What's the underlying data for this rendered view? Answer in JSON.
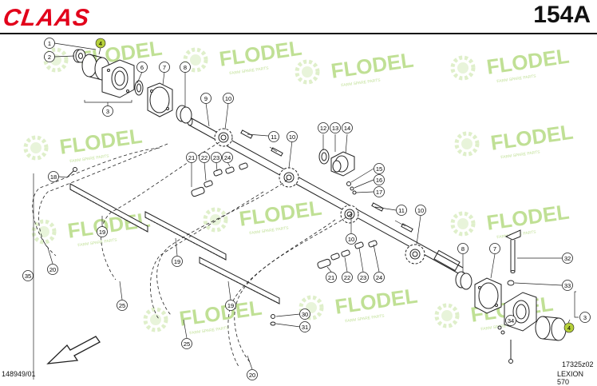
{
  "header": {
    "brand": "CLAAS",
    "page_number": "154A"
  },
  "watermark": {
    "text": "FLODEL",
    "tagline": "FARM SPARE PARTS"
  },
  "footer": {
    "left_code": "148949/01",
    "right_code": "17325z02",
    "model": "LEXION 570"
  },
  "callouts": {
    "c1": "1",
    "c2": "2",
    "c3": "3",
    "c3b": "3",
    "c4a": "4",
    "c4b": "4",
    "c6": "6",
    "c7": "7",
    "c7b": "7",
    "c8": "8",
    "c8b": "8",
    "c9": "9",
    "c10a": "10",
    "c10b": "10",
    "c10c": "10",
    "c11a": "11",
    "c11b": "11",
    "c12": "12",
    "c13": "13",
    "c14": "14",
    "c15": "15",
    "c16": "16",
    "c17": "17",
    "c18": "18",
    "c19a": "19",
    "c19b": "19",
    "c19c": "19",
    "c20a": "20",
    "c20b": "20",
    "c21a": "21",
    "c21b": "21",
    "c22a": "22",
    "c22b": "22",
    "c23a": "23",
    "c23b": "23",
    "c24a": "24",
    "c24b": "24",
    "c25a": "25",
    "c25b": "25",
    "c30": "30",
    "c31": "31",
    "c32": "32",
    "c33": "33",
    "c34": "34",
    "c35": "35"
  },
  "colors": {
    "brand_red": "#e2001a",
    "watermark_green": "#8cc63f",
    "highlight_badge": "#b5cf3a",
    "line": "#222222"
  }
}
